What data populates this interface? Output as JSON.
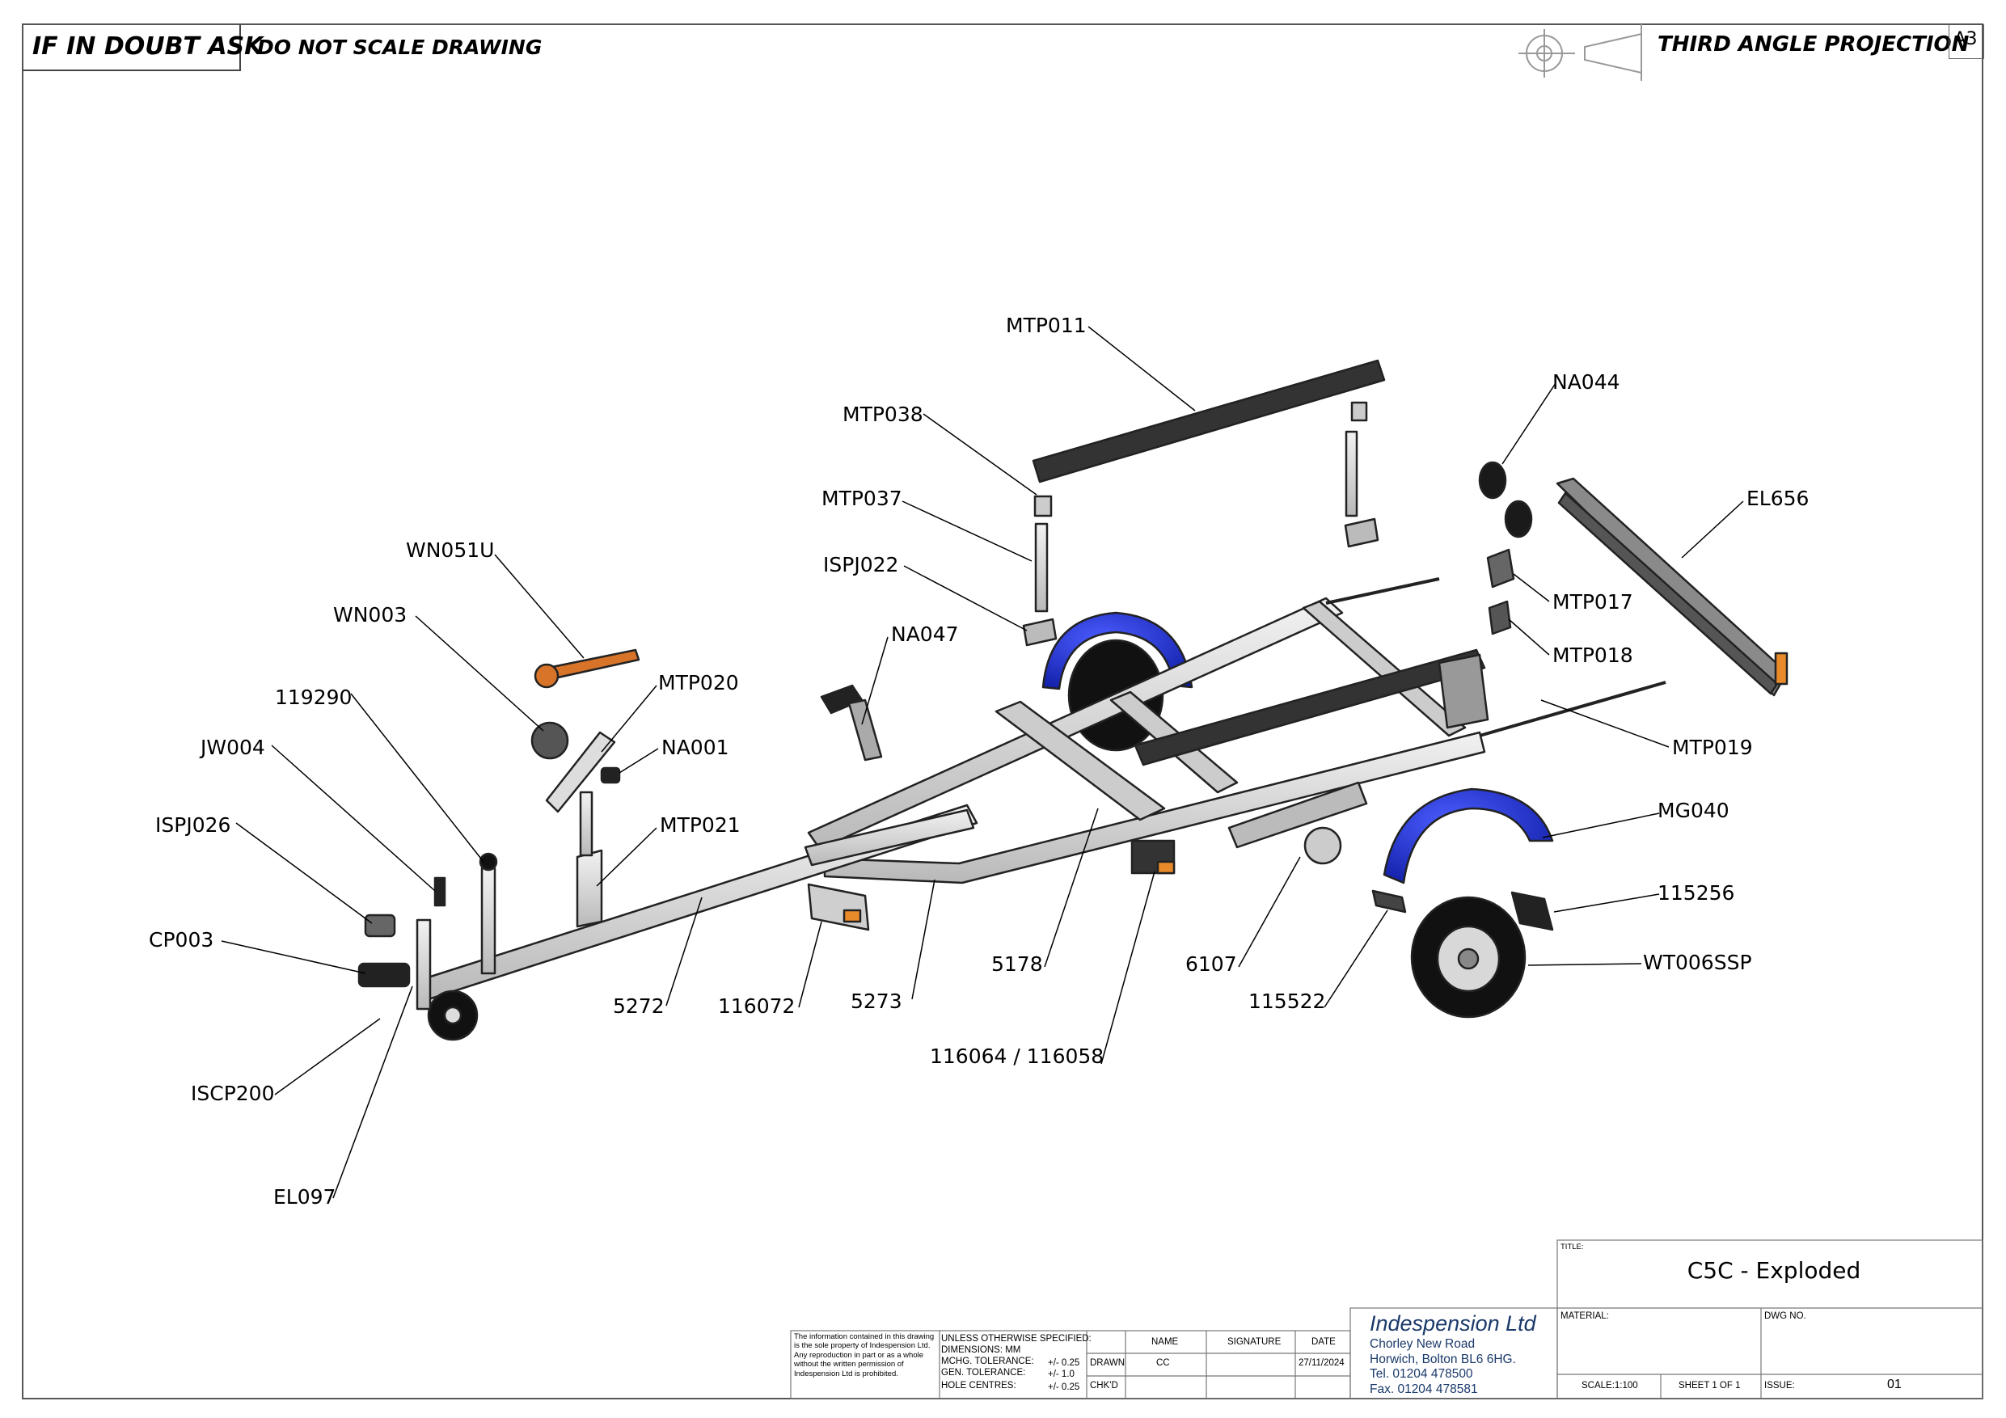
{
  "header": {
    "doubt": "IF IN DOUBT ASK",
    "scale_note": "DO NOT SCALE DRAWING",
    "projection": "THIRD ANGLE PROJECTION",
    "sheet_size": "A3"
  },
  "callouts": [
    "MTP011",
    "MTP038",
    "MTP037",
    "ISPJ022",
    "NA047",
    "NA044",
    "EL656",
    "MTP017",
    "MTP018",
    "MTP019",
    "WN051U",
    "WN003",
    "MTP020",
    "NA001",
    "119290",
    "JW004",
    "ISPJ026",
    "MTP021",
    "CP003",
    "ISCP200",
    "EL097",
    "5272",
    "116072",
    "5273",
    "5178",
    "116064 / 116058",
    "6107",
    "115522",
    "MG040",
    "115256",
    "WT006SSP"
  ],
  "title_block": {
    "notice": "The information contained in this drawing is the sole property of Indespension Ltd. Any reproduction in part or as a whole without the written permission of Indespension Ltd is prohibited.",
    "spec_heading": "UNLESS OTHERWISE SPECIFIED:",
    "dimensions": "DIMENSIONS:  MM",
    "mchg_label": "MCHG. TOLERANCE:",
    "mchg_value": "+/- 0.25",
    "gen_label": "GEN. TOLERANCE:",
    "gen_value": "+/- 1.0",
    "hole_label": "HOLE CENTRES:",
    "hole_value": "+/- 0.25",
    "col_name": "NAME",
    "col_signature": "SIGNATURE",
    "col_date": "DATE",
    "drawn_label": "DRAWN",
    "drawn_name": "CC",
    "drawn_date": "27/11/2024",
    "checked_label": "CHK'D",
    "company": "Indespension Ltd",
    "address": [
      "Chorley New Road",
      "Horwich, Bolton BL6 6HG.",
      "Tel. 01204 478500",
      "Fax. 01204 478581"
    ],
    "title_label": "TITLE:",
    "title_value": "C5C - Exploded",
    "material_label": "MATERIAL:",
    "dwg_label": "DWG NO.",
    "scale": "SCALE:1:100",
    "sheet": "SHEET 1 OF 1",
    "issue_label": "ISSUE:",
    "issue_value": "01"
  },
  "colors": {
    "mudguard": "#1c2cd6",
    "winch_strap": "#d8742a",
    "frame": "#d4d4d4",
    "outline": "#222222"
  }
}
